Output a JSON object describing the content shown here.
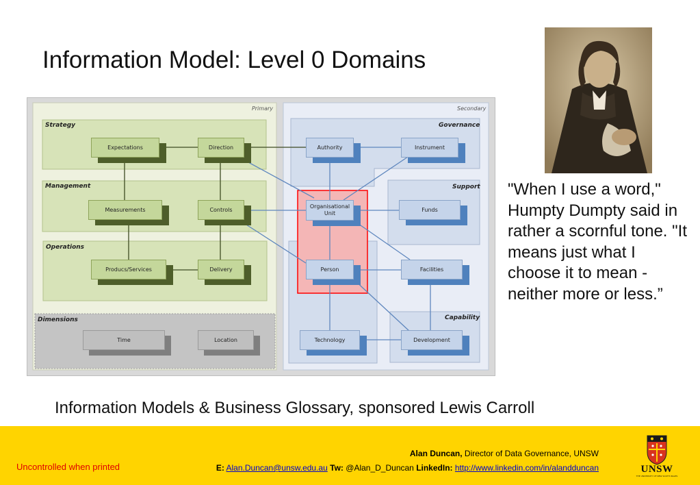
{
  "slide": {
    "title": "Information Model: Level 0 Domains",
    "quote": "\"When I use a word,\" Humpty Dumpty said in rather a scornful tone. \"It means just what I choose it to mean - neither more or less.”",
    "caption": "Information Models & Business Glossary, sponsored Lewis Carroll",
    "portrait_icon": "portrait-photo"
  },
  "diagram": {
    "panels": {
      "primary": "Primary",
      "secondary": "Secondary"
    },
    "domains": {
      "strategy": "Strategy",
      "management": "Management",
      "operations": "Operations",
      "dimensions": "Dimensions",
      "governance": "Governance",
      "support": "Support",
      "capability": "Capability"
    },
    "nodes": {
      "expectations": "Expectations",
      "direction": "Direction",
      "measurements": "Measurements",
      "controls": "Controls",
      "produs_services": "Producs/Services",
      "delivery": "Delivery",
      "time": "Time",
      "location": "Location",
      "authority": "Authority",
      "instrument": "Instrument",
      "organisational_unit": "Organisational Unit",
      "funds": "Funds",
      "person": "Person",
      "facilities": "Facilities",
      "technology": "Technology",
      "development": "Development"
    },
    "colors": {
      "primary_node": "#c4d79b",
      "secondary_node": "#c5d4ea",
      "dimension_node": "#bfbfbf",
      "highlight_fill": "#f4b6b6",
      "highlight_border": "#ff0000",
      "line_primary": "#3d4a22",
      "line_secondary": "#5f87be"
    }
  },
  "footer": {
    "name": "Alan Duncan,",
    "role": "Director of Data Governance, UNSW",
    "email_label": "E:",
    "email": "Alan.Duncan@unsw.edu.au",
    "twitter_label": "Tw:",
    "twitter": "@Alan_D_Duncan",
    "linkedin_label": "LinkedIn:",
    "linkedin": "http://www.linkedin.com/in/alandduncan",
    "uncontrolled": "Uncontrolled when printed",
    "logo_text": "UNSW",
    "logo_tagline": "THE UNIVERSITY OF NEW SOUTH WALES",
    "brand_color": "#ffd400"
  }
}
